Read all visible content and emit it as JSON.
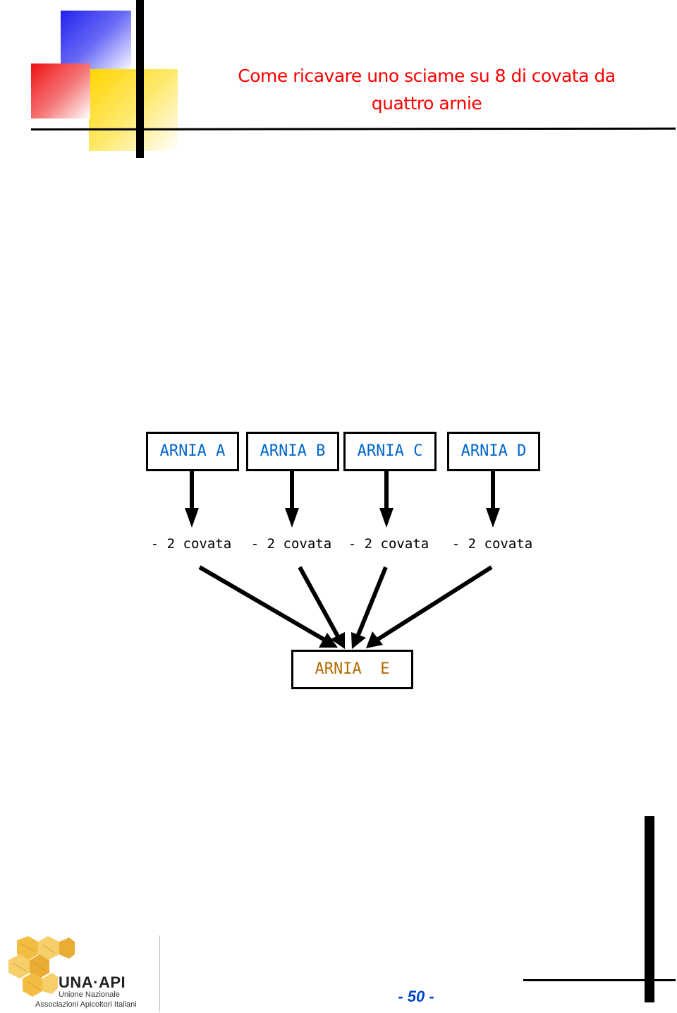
{
  "title": {
    "line1": "Come ricavare uno sciame su 8 di covata da",
    "line2": "quattro arnie"
  },
  "diagram": {
    "sources": [
      {
        "label": "ARNIA A",
        "note": "- 2 covata"
      },
      {
        "label": "ARNIA B",
        "note": "- 2 covata"
      },
      {
        "label": "ARNIA C",
        "note": "- 2 covata"
      },
      {
        "label": "ARNIA D",
        "note": "- 2 covata"
      }
    ],
    "target": {
      "label": "ARNIA  E"
    }
  },
  "footer": {
    "logo_name": "UNA·API",
    "logo_line1": "Unione Nazionale",
    "logo_line2": "Associazioni Apicoltori Italiani",
    "page_number": "- 50 -"
  },
  "colors": {
    "title": "#ff0000",
    "source_box_text": "#0066cc",
    "target_box_text": "#b36b00",
    "page_number": "#0044cc"
  }
}
